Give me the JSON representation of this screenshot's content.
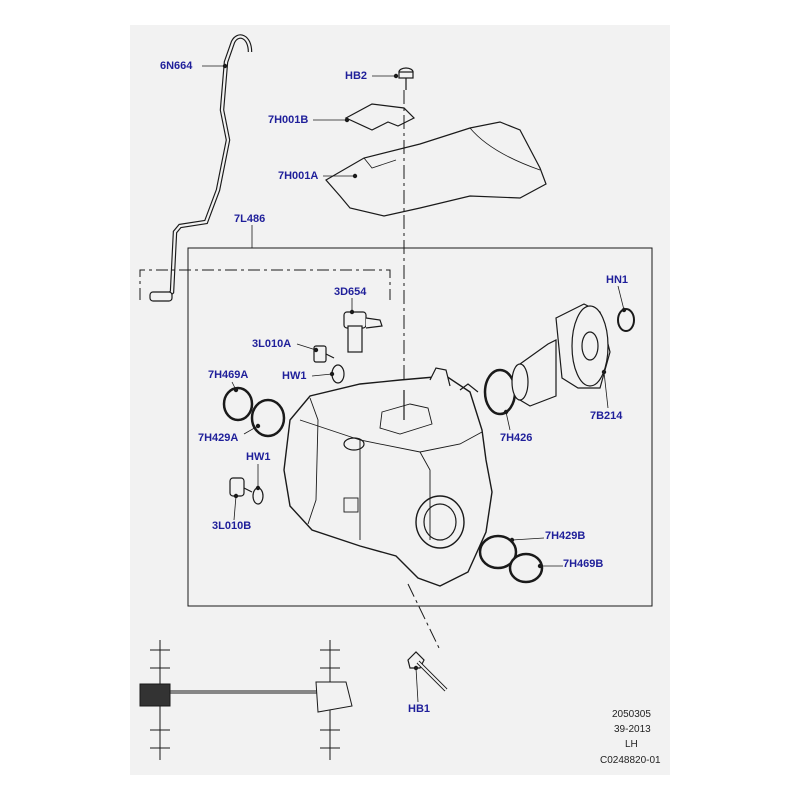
{
  "callouts": {
    "c6N664": "6N664",
    "cHB2": "HB2",
    "c7H001B": "7H001B",
    "c7H001A": "7H001A",
    "c7L486": "7L486",
    "c3D654": "3D654",
    "cHN1": "HN1",
    "c3L010A": "3L010A",
    "c7H469A": "7H469A",
    "cHW1a": "HW1",
    "c7H429A": "7H429A",
    "cHW1b": "HW1",
    "c3L010B": "3L010B",
    "c7H426": "7H426",
    "c7B214": "7B214",
    "c7H429B": "7H429B",
    "c7H469B": "7H469B",
    "cHB1": "HB1"
  },
  "meta": {
    "code": "2050305",
    "date": "39-2013",
    "side": "LH",
    "ref": "C0248820-01"
  },
  "colors": {
    "callout_text": "#1f1f9a",
    "sheet_background": "#f2f2f2",
    "line_art": "#1a1a1a"
  }
}
